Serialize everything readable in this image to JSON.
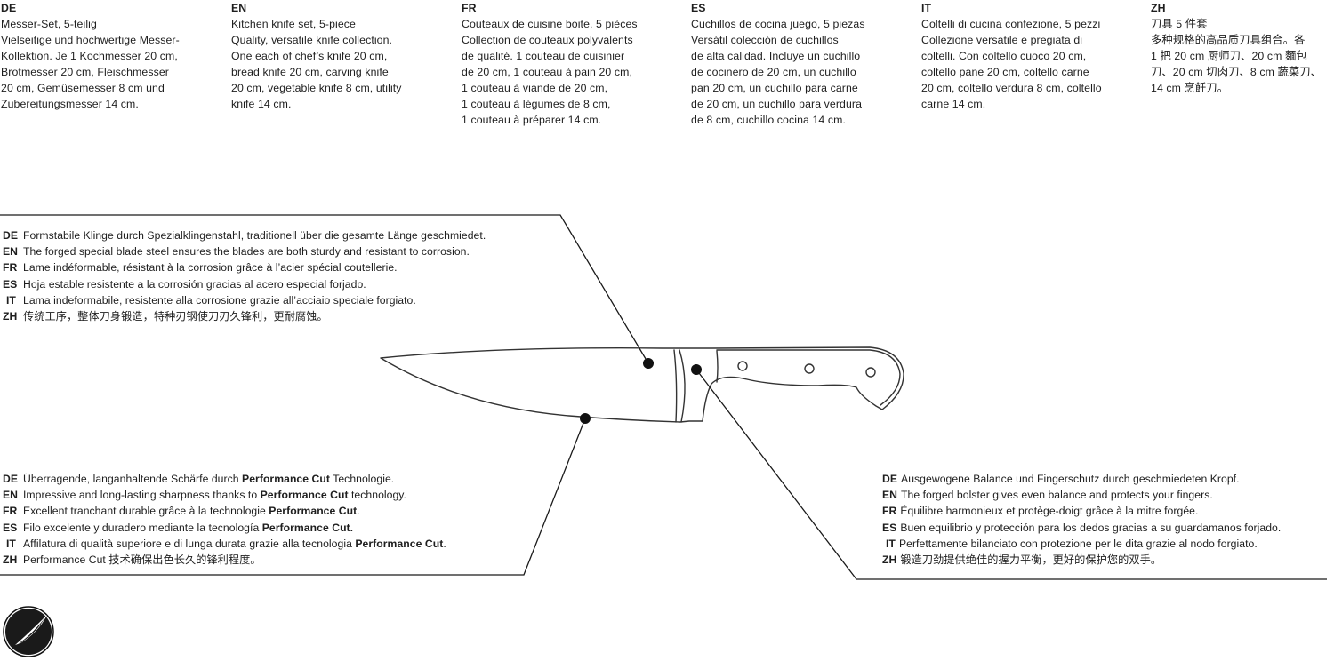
{
  "product": {
    "columns": [
      {
        "lang": "DE",
        "lines": [
          "Messer-Set, 5-teilig",
          "Vielseitige und hochwertige Messer-",
          "Kollektion. Je 1 Kochmesser 20 cm,",
          "Brotmesser 20 cm, Fleischmesser",
          "20 cm, Gemüsemesser 8 cm und",
          "Zubereitungsmesser 14 cm."
        ]
      },
      {
        "lang": "EN",
        "lines": [
          "Kitchen knife set, 5-piece",
          "Quality, versatile knife collection.",
          "One each of chef’s knife 20 cm,",
          "bread knife 20 cm, carving knife",
          "20 cm, vegetable knife 8 cm, utility",
          "knife 14 cm."
        ]
      },
      {
        "lang": "FR",
        "lines": [
          "Couteaux de cuisine boite, 5 pièces",
          "Collection de couteaux polyvalents",
          "de qualité. 1 couteau de cuisinier",
          "de 20 cm, 1 couteau à pain 20 cm,",
          "1 couteau à viande de 20 cm,",
          "1 couteau à légumes de 8 cm,",
          "1 couteau à préparer 14 cm."
        ]
      },
      {
        "lang": "ES",
        "lines": [
          "Cuchillos de cocina juego, 5 piezas",
          "Versátil colección de cuchillos",
          "de alta calidad. Incluye un cuchillo",
          "de cocinero de 20 cm, un cuchillo",
          "pan 20 cm, un cuchillo para carne",
          "de 20 cm, un cuchillo para verdura",
          "de 8 cm, cuchillo cocina 14 cm."
        ]
      },
      {
        "lang": "IT",
        "lines": [
          "Coltelli di cucina confezione, 5 pezzi",
          "Collezione versatile e pregiata di",
          "coltelli. Con coltello cuoco 20 cm,",
          "coltello pane 20 cm, coltello carne",
          "20 cm, coltello verdura 8 cm, coltello",
          "carne 14 cm."
        ]
      },
      {
        "lang": "ZH",
        "lines": [
          "刀具 5 件套",
          "多种规格的高品质刀具组合。各",
          "1 把 20 cm 厨师刀、20 cm 麵包",
          "刀、20 cm 切肉刀、8 cm 蔬菜刀、",
          "14 cm 烹飪刀。"
        ]
      }
    ]
  },
  "callouts": {
    "blade": {
      "rows": [
        {
          "code": "DE",
          "text": "Formstabile Klinge durch Spezialklingenstahl, traditionell über die gesamte Länge geschmiedet."
        },
        {
          "code": "EN",
          "text": "The forged special blade steel ensures the blades are both sturdy and resistant to corrosion."
        },
        {
          "code": "FR",
          "text": "Lame indéformable, résistant à la corrosion grâce à l’acier spécial coutellerie."
        },
        {
          "code": "ES",
          "text": "Hoja estable resistente a la corrosión gracias al acero especial forjado."
        },
        {
          "code": "IT",
          "text": "Lama indeformabile, resistente alla corrosione grazie all’acciaio speciale forgiato."
        },
        {
          "code": "ZH",
          "text": "传统工序，整体刀身锻造，特种刃钢使刀刃久锋利，更耐腐蚀。"
        }
      ]
    },
    "edge": {
      "highlight": "Performance Cut",
      "rows": [
        {
          "code": "DE",
          "before": "Überragende, langanhaltende Schärfe durch ",
          "bold": "Performance Cut",
          "after": " Technologie."
        },
        {
          "code": "EN",
          "before": "Impressive and long-lasting sharpness thanks to ",
          "bold": "Performance Cut",
          "after": " technology."
        },
        {
          "code": "FR",
          "before": "Excellent tranchant durable grâce à la technologie ",
          "bold": "Performance Cut",
          "after": "."
        },
        {
          "code": "ES",
          "before": "Filo excelente y duradero mediante la tecnología ",
          "bold": "Performance Cut.",
          "after": ""
        },
        {
          "code": "IT",
          "before": "Affilatura di qualità superiore e di lunga durata grazie alla tecnologia ",
          "bold": "Performance Cut",
          "after": "."
        },
        {
          "code": "ZH",
          "before": "Performance Cut 技术确保出色长久的锋利程度。",
          "bold": "",
          "after": ""
        }
      ]
    },
    "bolster": {
      "rows": [
        {
          "code": "DE",
          "text": "Ausgewogene Balance und Fingerschutz durch geschmiedeten Kropf."
        },
        {
          "code": "EN",
          "text": "The forged bolster gives even balance and protects your fingers."
        },
        {
          "code": "FR",
          "text": "Équilibre harmonieux et protège-doigt grâce à la mitre forgée."
        },
        {
          "code": "ES",
          "text": "Buen equilibrio y protección para los dedos gracias a su guardamanos forjado."
        },
        {
          "code": "IT",
          "text": "Perfettamente bilanciato con protezione per le dita grazie al nodo forgiato."
        },
        {
          "code": "ZH",
          "text": "锻造刀劲提供绝佳的握力平衡，更好的保护您的双手。"
        }
      ]
    }
  },
  "illustration": {
    "subject": "chef-knife",
    "line_color": "#333333",
    "dot_color": "#111111"
  },
  "logo": {
    "icon": "blade-emblem-icon"
  }
}
